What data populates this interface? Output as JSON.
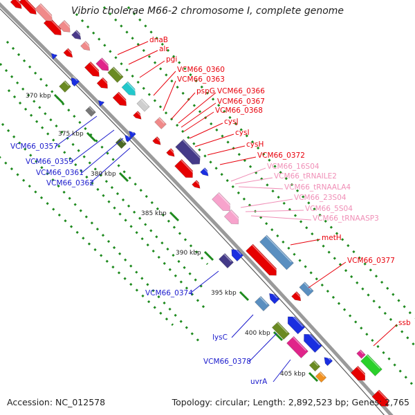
{
  "title": "Vibrio cholerae M66-2 chromosome I, complete genome",
  "accession": "Accession: NC_012578",
  "summary": "Topology: circular; Length: 2,892,523 bp; Genes: 2,765",
  "colors": {
    "forward_label": "#e8000b",
    "reverse_label": "#1a1acc",
    "rna_label": "#f08fb7",
    "backbone": "#9a9a9a",
    "tick": "#1e8a1e"
  },
  "scale_labels": [
    "370 kbp",
    "375 kbp",
    "380 kbp",
    "385 kbp",
    "390 kbp",
    "395 kbp",
    "400 kbp",
    "405 kbp"
  ],
  "forward_genes": [
    "dnaB",
    "alr",
    "pgi",
    "VCM66_0360",
    "VCM66_0363",
    "pspG",
    "VCM66_0366",
    "VCM66_0367",
    "VCM66_0368",
    "cysJ",
    "cysI",
    "cysH",
    "VCM66_0372",
    "metH",
    "VCM66_0377",
    "ssb"
  ],
  "rna_genes": [
    "VCM66_16S04",
    "VCM66_tRNAILE2",
    "VCM66_tRNAALA4",
    "VCM66_23S04",
    "VCM66_5S04",
    "VCM66_tRNAASP3"
  ],
  "reverse_genes": [
    "VCM66_0357",
    "VCM66_0359",
    "VCM66_0361",
    "VCM66_0362",
    "VCM66_0374",
    "lysC",
    "VCM66_0378",
    "uvrA"
  ]
}
